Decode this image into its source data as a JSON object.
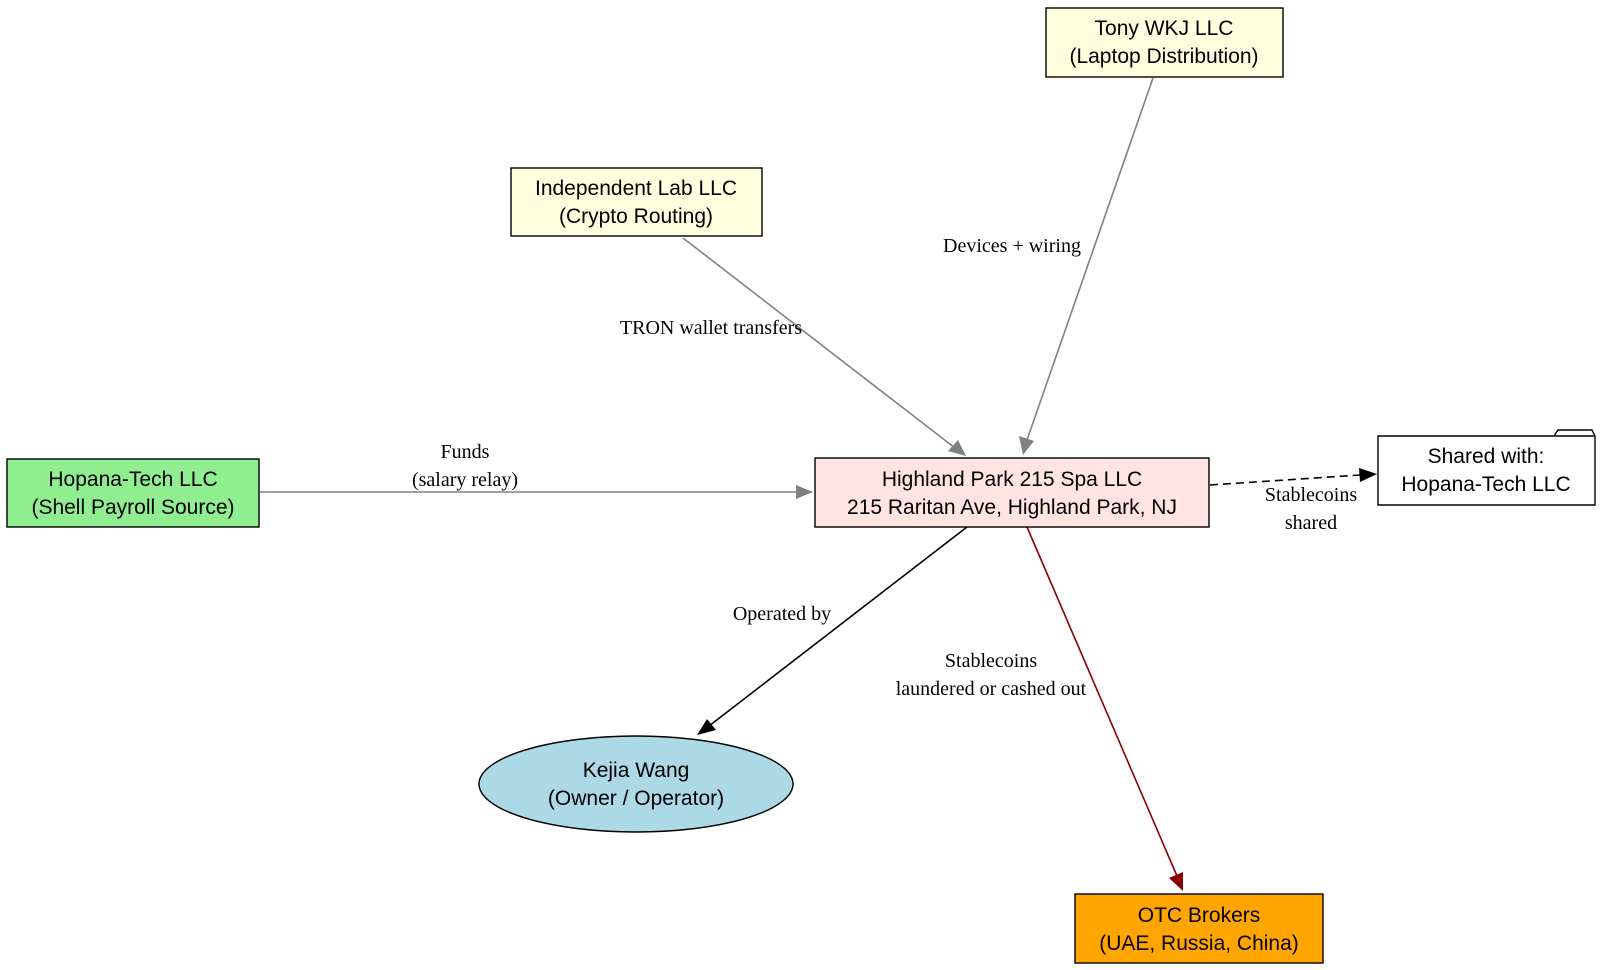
{
  "nodes": {
    "tony": {
      "line1": "Tony WKJ LLC",
      "line2": "(Laptop Distribution)",
      "fill": "#ffffe0"
    },
    "indlab": {
      "line1": "Independent Lab LLC",
      "line2": "(Crypto Routing)",
      "fill": "#ffffe0"
    },
    "hopana": {
      "line1": "Hopana-Tech LLC",
      "line2": "(Shell Payroll Source)",
      "fill": "#90ee90"
    },
    "highland": {
      "line1": "Highland Park 215 Spa LLC",
      "line2": "215 Raritan Ave, Highland Park, NJ",
      "fill": "#ffe4e1"
    },
    "shared": {
      "line1": "Shared with:",
      "line2": "Hopana-Tech LLC",
      "fill": "#ffffff"
    },
    "kejia": {
      "line1": "Kejia Wang",
      "line2": "(Owner / Operator)",
      "fill": "#add8e6"
    },
    "otc": {
      "line1": "OTC Brokers",
      "line2": "(UAE, Russia, China)",
      "fill": "#ffa500"
    }
  },
  "edges": {
    "tony_highland": {
      "line1": "Devices + wiring",
      "color": "#808080"
    },
    "indlab_highland": {
      "line1": "TRON wallet transfers",
      "color": "#808080"
    },
    "hopana_highland": {
      "line1": "Funds",
      "line2": "(salary relay)",
      "color": "#808080"
    },
    "highland_shared": {
      "line1": "Stablecoins",
      "line2": "shared",
      "color": "#000000",
      "style": "dashed"
    },
    "highland_kejia": {
      "line1": "Operated by",
      "color": "#000000"
    },
    "highland_otc": {
      "line1": "Stablecoins",
      "line2": "laundered or cashed out",
      "color": "#8b0000"
    }
  }
}
